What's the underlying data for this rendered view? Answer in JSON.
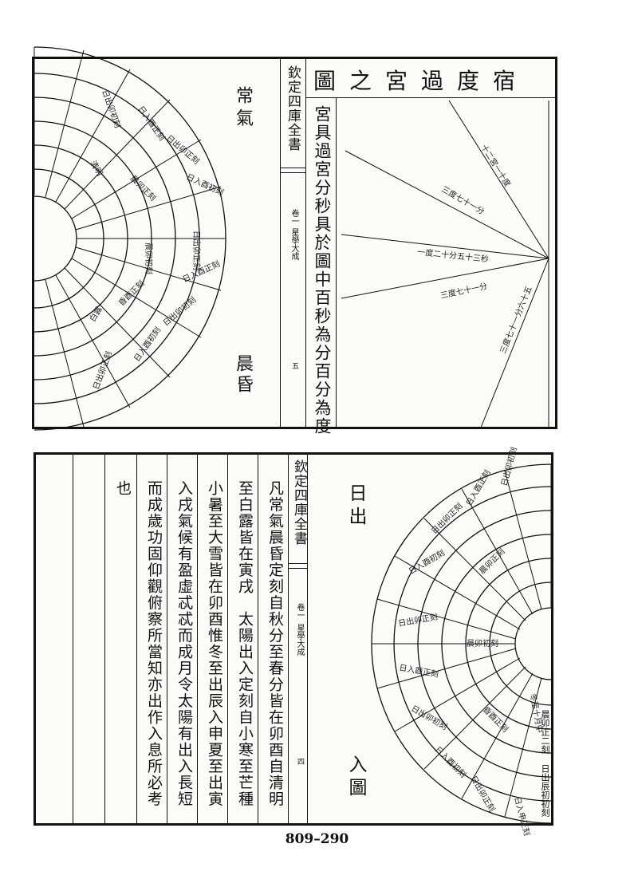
{
  "top_page": {
    "book_title": "欽定四庫全書",
    "collection": "星學大成",
    "volume": "卷一",
    "folio": "五",
    "diagram_title": "宿度過宮之圖",
    "note": "宮具過宮分秒具於圖中百秒為分百分為度",
    "left_label_top": "常氣",
    "left_label_bottom": "晨昏"
  },
  "bottom_page": {
    "book_title": "欽定四庫全書",
    "collection": "星學大成",
    "volume": "卷一",
    "folio": "四",
    "text_columns": [
      "凡常氣晨昏定刻自秋分至春分皆在卯酉自清明",
      "至白露皆在寅戌　太陽出入定刻自小寒至芒種",
      "小暑至大雪皆在卯酉惟冬至出辰入申夏至出寅",
      "入戌氣候有盈虛忒忒而成月令太陽有出入長短",
      "而成歲功固仰觀俯察所當知亦出作入息所必考",
      "也"
    ],
    "diagram_label_top": "日出",
    "diagram_label_bottom": "入圖"
  },
  "page_number": "809–290"
}
